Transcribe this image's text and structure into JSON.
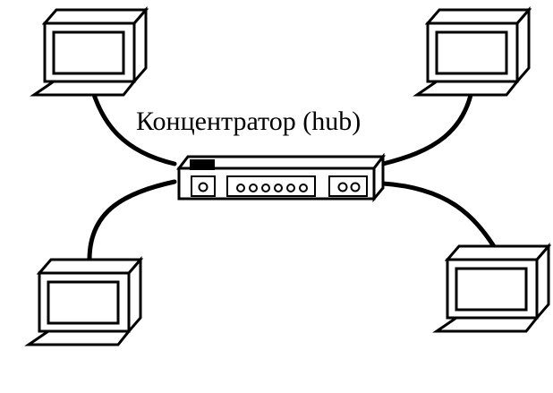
{
  "diagram": {
    "label": "Концентратор (hub)",
    "computers": [
      "top-left",
      "top-right",
      "bottom-left",
      "bottom-right"
    ],
    "hub_port_groups": [
      1,
      6,
      2
    ],
    "colors": {
      "stroke": "#000000",
      "fill": "#ffffff"
    }
  }
}
